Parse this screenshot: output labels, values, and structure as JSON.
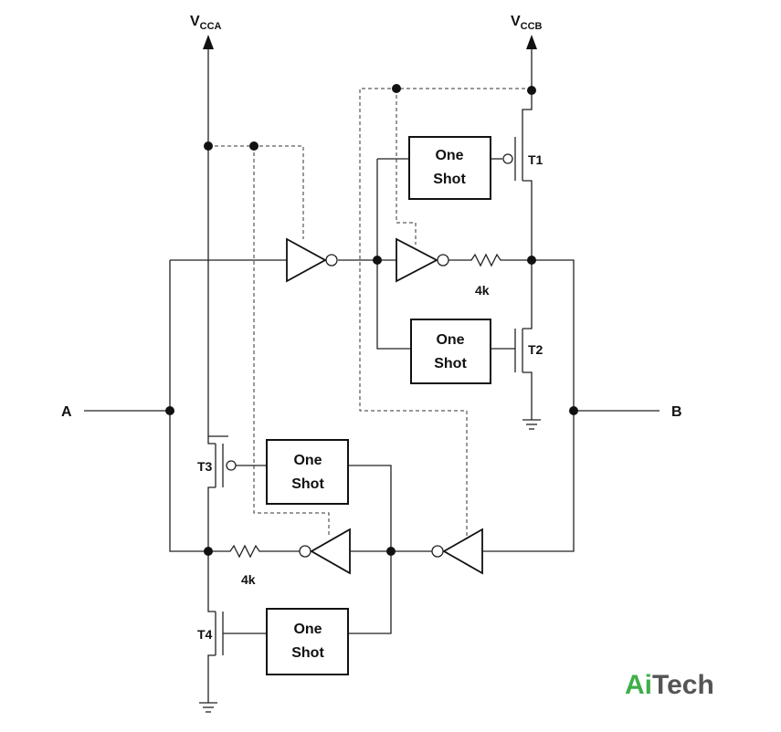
{
  "supplies": {
    "vcca": "V",
    "vcca_sub": "CCA",
    "vccb": "V",
    "vccb_sub": "CCB"
  },
  "ports": {
    "a": "A",
    "b": "B"
  },
  "transistors": {
    "t1": "T1",
    "t2": "T2",
    "t3": "T3",
    "t4": "T4"
  },
  "resistors": {
    "top": "4k",
    "bottom": "4k"
  },
  "one_shot": {
    "line1": "One",
    "line2": "Shot"
  },
  "watermark": {
    "ai": "Ai",
    "tech": "Tech",
    "ai_color": "#3fae49",
    "tech_color": "#555555"
  }
}
